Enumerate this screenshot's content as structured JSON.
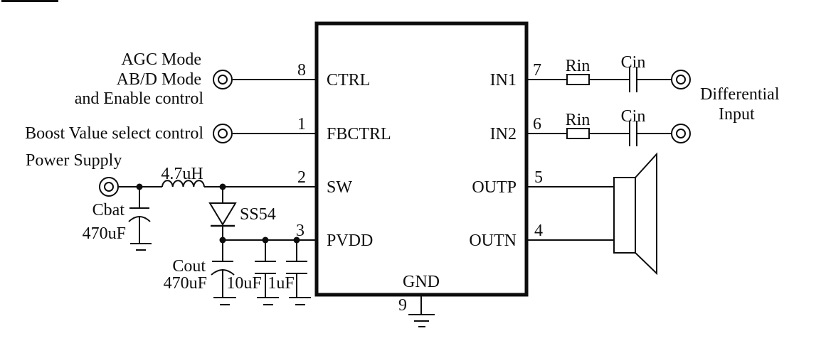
{
  "annotations": {
    "agc_line1": "AGC Mode",
    "agc_line2": "AB/D Mode",
    "agc_line3": "and Enable control",
    "boost_label": "Boost Value select control",
    "power_supply": "Power Supply",
    "differential_line1": "Differential",
    "differential_line2": "Input"
  },
  "ic": {
    "pins": {
      "ctrl": {
        "name": "CTRL",
        "number": "8"
      },
      "fbctrl": {
        "name": "FBCTRL",
        "number": "1"
      },
      "sw": {
        "name": "SW",
        "number": "2"
      },
      "pvdd": {
        "name": "PVDD",
        "number": "3"
      },
      "gnd": {
        "name": "GND",
        "number": "9"
      },
      "in1": {
        "name": "IN1",
        "number": "7"
      },
      "in2": {
        "name": "IN2",
        "number": "6"
      },
      "outp": {
        "name": "OUTP",
        "number": "5"
      },
      "outn": {
        "name": "OUTN",
        "number": "4"
      }
    }
  },
  "components": {
    "inductor": {
      "value": "4.7uH"
    },
    "diode": {
      "part": "SS54"
    },
    "cbat": {
      "name": "Cbat",
      "value": "470uF"
    },
    "cout": {
      "name": "Cout",
      "value": "470uF"
    },
    "c10": {
      "value": "10uF"
    },
    "c1": {
      "value": "1uF"
    },
    "rin1": {
      "name": "Rin"
    },
    "cin1": {
      "name": "Cin"
    },
    "rin2": {
      "name": "Rin"
    },
    "cin2": {
      "name": "Cin"
    }
  },
  "colors": {
    "line": "#0d0d0d",
    "background": "#ffffff"
  }
}
